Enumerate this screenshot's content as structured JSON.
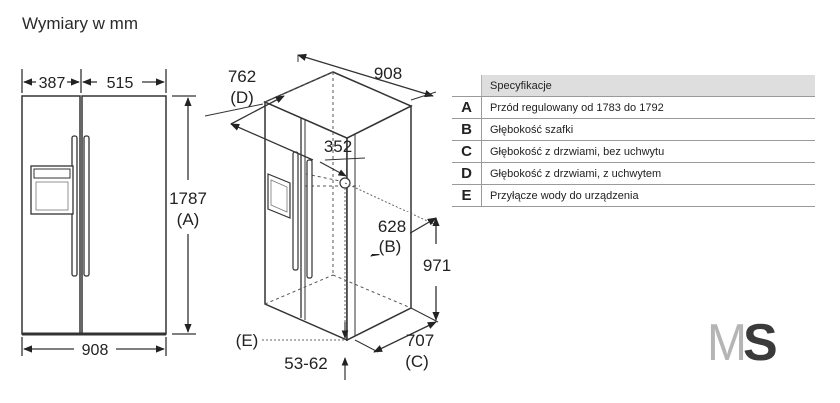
{
  "title": "Wymiary w mm",
  "front_view": {
    "dim_left_width": "387",
    "dim_right_width": "515",
    "dim_height": "1787",
    "dim_height_ref": "(A)",
    "dim_total_width": "908"
  },
  "iso_view": {
    "dim_depth_door_handle": "762",
    "dim_depth_door_handle_ref": "(D)",
    "dim_top_width": "908",
    "dim_water_offset": "352",
    "dim_depth_cabinet": "628",
    "dim_depth_cabinet_ref": "(B)",
    "dim_water_height": "971",
    "dim_depth_door": "707",
    "dim_depth_door_ref": "(C)",
    "water_ref": "(E)",
    "dim_water_bottom": "53-62"
  },
  "spec_table": {
    "header": "Specyfikacje",
    "rows": [
      {
        "letter": "A",
        "text": "Przód regulowany od 1783 do 1792"
      },
      {
        "letter": "B",
        "text": "Głębokość szafki"
      },
      {
        "letter": "C",
        "text": "Głębokość z drzwiami, bez uchwytu"
      },
      {
        "letter": "D",
        "text": "Głębokość z drzwiami, z uchwytem"
      },
      {
        "letter": "E",
        "text": "Przyłącze wody do urządzenia"
      }
    ]
  },
  "logo": {
    "text_m": "M",
    "text_s": "S",
    "color_m": "#b5b5b5",
    "color_s": "#3a3a3a"
  }
}
